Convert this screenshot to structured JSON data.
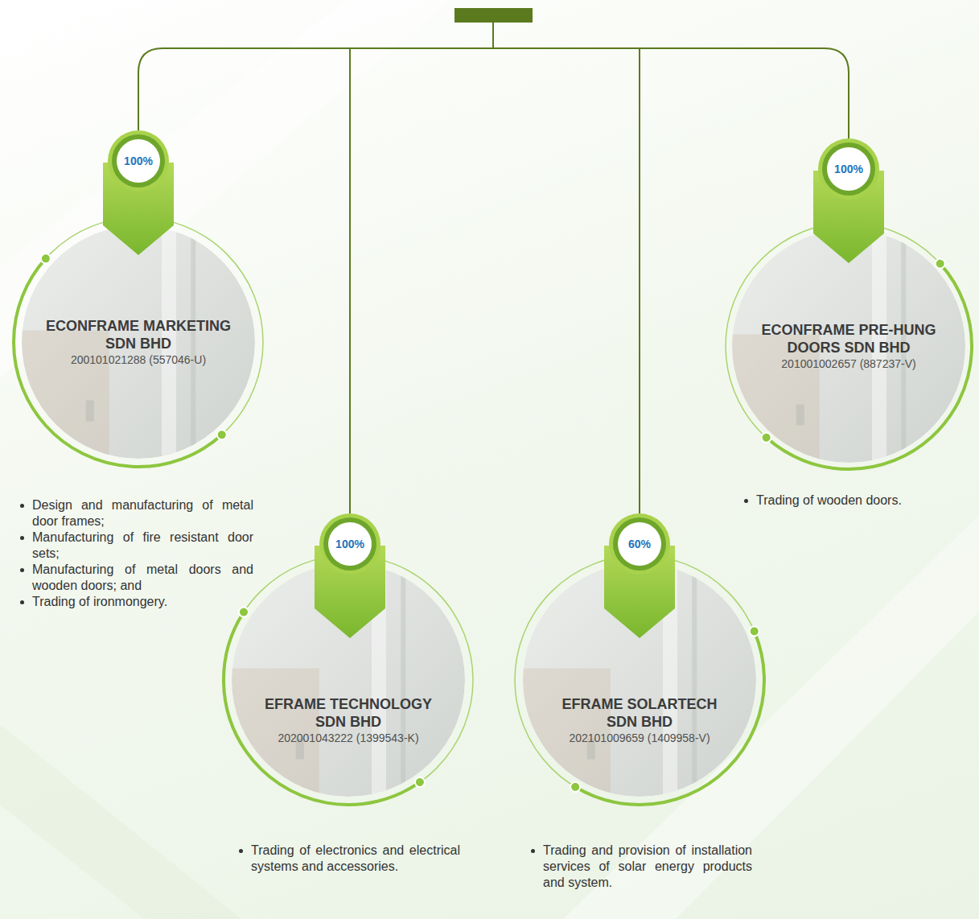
{
  "diagram": {
    "nodes": [
      {
        "text": [
          "100%"
        ]
      },
      {
        "text": [
          "ECONFRAME MARKETING SDN BHD",
          "200101021288 (557046-U)"
        ]
      },
      {
        "text": [
          "100%"
        ]
      },
      {
        "text": [
          "EFRAME TECHNOLOGY SDN BHD",
          "202001043222 (1399543-K)"
        ]
      },
      {
        "text": [
          "60%"
        ]
      },
      {
        "text": [
          "EFRAME SOLARTECH SDN BHD",
          "202101009659 (1409958-V)"
        ]
      },
      {
        "text": [
          "100%"
        ]
      },
      {
        "text": [
          "ECONFRAME PRE-HUNG DOORS SDN BHD",
          "201001002657 (887237-V)"
        ]
      }
    ],
    "labels": [
      "Design and manufacturing of metal door frames;",
      "Manufacturing of fire resistant door sets;",
      "Manufacturing of metal doors and wooden doors; and",
      "Trading of ironmongery.",
      "Trading of electronics and electrical systems and accessories.",
      "Trading and provision of installation services of solar energy products and system.",
      "Trading of wooden doors."
    ]
  }
}
